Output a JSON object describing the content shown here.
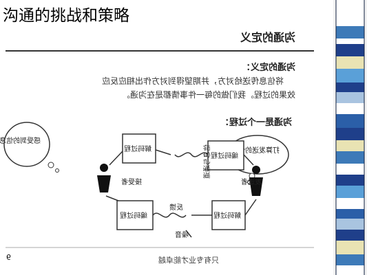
{
  "page": {
    "title": "沟通的挑战和策略"
  },
  "slide": {
    "heading": "沟通的定义",
    "definition_heading": "沟通的定义：",
    "definition_text_line1": "将信息传送给对方，并期望得到对方作出相应反应",
    "definition_text_line2": "效果的过程。我们做的每一件事情都是在沟通。",
    "process_heading": "沟通是一个过程：",
    "left_bubble": "感受到的信息",
    "right_bubble": "打算发送的信息",
    "box_decode": "解码过程",
    "box_encode": "编码过程",
    "channel_label": "信息与通道",
    "receiver_label": "接受者",
    "sender_label": "发送者",
    "feedback_label": "反馈",
    "noise_label": "噪音",
    "page_number": "9",
    "footer": "只有专业才能卓越"
  },
  "colors": {
    "stripe_colors": [
      "#ffffff",
      "#3d7ab8",
      "#a9c4e0",
      "#1f3f8a",
      "#e9e3b3",
      "#5aa0d8",
      "#ffffff",
      "#2b5fa8"
    ]
  }
}
